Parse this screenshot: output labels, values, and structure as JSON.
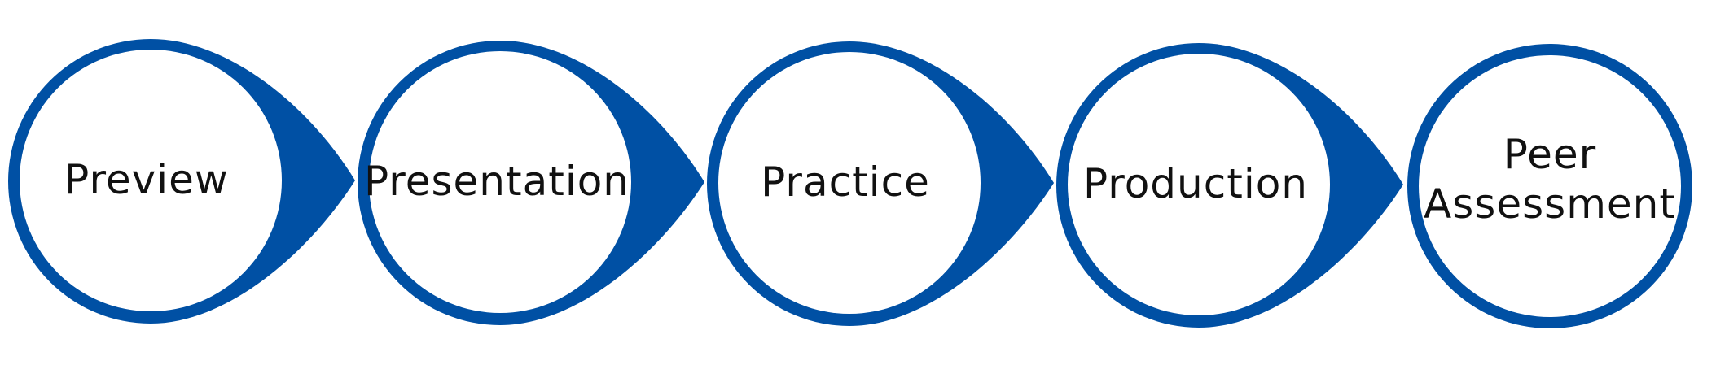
{
  "colors": {
    "accent": "#0050a4",
    "circle_fill": "#ffffff",
    "text": "#111111"
  },
  "steps": [
    {
      "lines": [
        "Preview"
      ]
    },
    {
      "lines": [
        "Presentation"
      ]
    },
    {
      "lines": [
        "Practice"
      ]
    },
    {
      "lines": [
        "Production"
      ]
    },
    {
      "lines": [
        "Peer",
        "Assessment"
      ]
    }
  ]
}
